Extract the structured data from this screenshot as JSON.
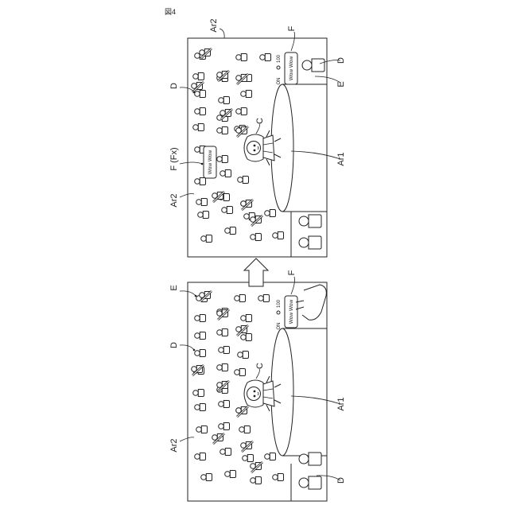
{
  "figure_label": "図4",
  "labels": {
    "ar1": "Ar1",
    "ar2": "Ar2",
    "c": "C",
    "d": "D",
    "e": "E",
    "f": "F",
    "f_fx": "F (Fx)"
  },
  "comment": "Wow Wow",
  "stage_text": {
    "on": "ON",
    "count": "100"
  }
}
